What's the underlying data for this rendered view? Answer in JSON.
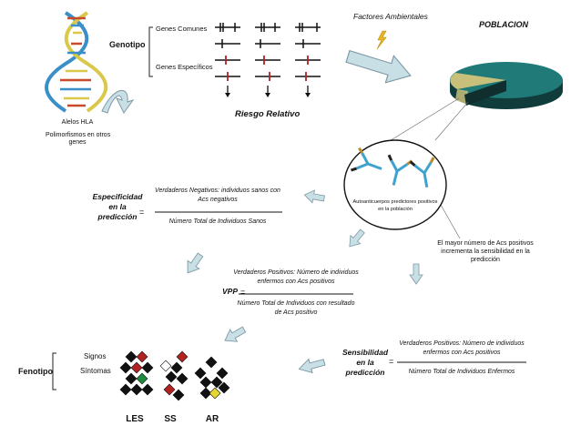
{
  "dna": {
    "caption_line1": "Alelos HLA",
    "caption_line2": "Polimorfismos en otros",
    "caption_line3": "genes"
  },
  "genotipo": {
    "label": "Genotipo",
    "genes_comunes": "Genes Comunes",
    "genes_especificos": "Genes Específicos"
  },
  "riesgo": {
    "label": "Riesgo Relativo"
  },
  "factores": {
    "label": "Factores Ambientales"
  },
  "poblacion": {
    "label": "POBLACION",
    "highlight_color": "#c8bf7a",
    "body_color": "#1f7a78"
  },
  "autoanticuerpos": {
    "line1": "Autoanticuerpos predictores positivos",
    "line2": "en la población"
  },
  "nota": {
    "line1": "El  mayor número de Acs positivos",
    "line2": "incrementa la sensibilidad en la",
    "line3": "predicción"
  },
  "especificidad": {
    "title_line1": "Especificidad",
    "title_line2": "en la",
    "title_line3": "predicción",
    "equals": "=",
    "numerator_line1": "Verdaderos Negativos: individuos sanos con",
    "numerator_line2": "Acs negativos",
    "denominator": "Número Total de Individuos Sanos"
  },
  "vpp": {
    "title": "VPP",
    "equals": "=",
    "numerator_line1": "Verdaderos Positivos: Número de individuos",
    "numerator_line2": "enfermos con Acs positivos",
    "denominator_line1": "Número Total de Individuos con resultado",
    "denominator_line2": "de Acs positivo"
  },
  "sensibilidad": {
    "title_line1": "Sensibilidad",
    "title_line2": "en la",
    "title_line3": "predicción",
    "equals": "=",
    "numerator_line1": "Verdaderos Positivos: Número de individuos",
    "numerator_line2": "enfermos con Acs positivos",
    "denominator": "Número Total de Individuos Enfermos"
  },
  "fenotipo": {
    "label": "Fenotipo",
    "signos": "Signos",
    "sintomas": "Síntomas",
    "diseases": [
      "LES",
      "SS",
      "AR"
    ]
  },
  "colors": {
    "arrow_fill": "#c9dfe6",
    "arrow_stroke": "#7d9aa5",
    "marker_red": "#b22222",
    "marker_green": "#1e8a3c",
    "marker_yellow": "#e8d630",
    "antibody_blue": "#3ea3cf",
    "antibody_gold": "#b88a2b"
  }
}
